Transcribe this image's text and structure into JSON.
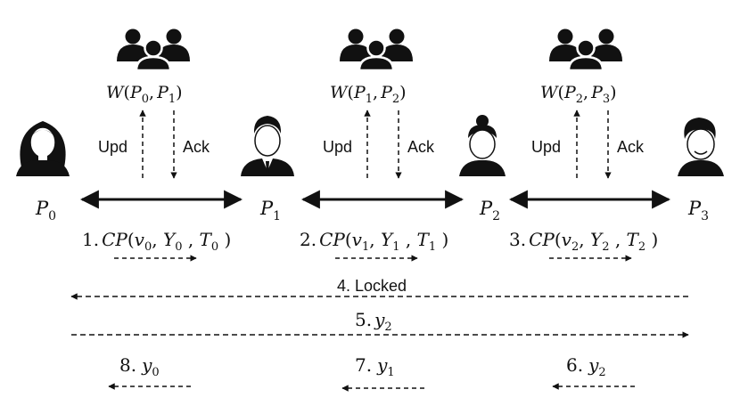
{
  "parties": [
    {
      "id": "P0",
      "label": "P",
      "sub": "0",
      "icon": "woman-avatar-icon"
    },
    {
      "id": "P1",
      "label": "P",
      "sub": "1",
      "icon": "businessman-avatar-icon"
    },
    {
      "id": "P2",
      "label": "P",
      "sub": "2",
      "icon": "woman-bun-avatar-icon"
    },
    {
      "id": "P3",
      "label": "P",
      "sub": "3",
      "icon": "man-avatar-icon"
    }
  ],
  "watchtowers": [
    {
      "label": "W",
      "args": [
        "P",
        "0",
        "P",
        "1"
      ],
      "icon": "group-icon",
      "upd": "Upd",
      "ack": "Ack"
    },
    {
      "label": "W",
      "args": [
        "P",
        "1",
        "P",
        "2"
      ],
      "icon": "group-icon",
      "upd": "Upd",
      "ack": "Ack"
    },
    {
      "label": "W",
      "args": [
        "P",
        "2",
        "P",
        "3"
      ],
      "icon": "group-icon",
      "upd": "Upd",
      "ack": "Ack"
    }
  ],
  "steps": {
    "cp": [
      {
        "num": "1.",
        "name": "CP",
        "v": "v",
        "vs": "0",
        "y": "Y",
        "ys": "0",
        "t": "T",
        "ts": "0"
      },
      {
        "num": "2.",
        "name": "CP",
        "v": "v",
        "vs": "1",
        "y": "Y",
        "ys": "1",
        "t": "T",
        "ts": "1"
      },
      {
        "num": "3.",
        "name": "CP",
        "v": "v",
        "vs": "2",
        "y": "Y",
        "ys": "2",
        "t": "T",
        "ts": "2"
      }
    ],
    "locked": "4. Locked",
    "step5": {
      "num": "5.",
      "y": "y",
      "ys": "2"
    },
    "releases": [
      {
        "num": "8.",
        "y": "y",
        "ys": "0"
      },
      {
        "num": "7.",
        "y": "y",
        "ys": "1"
      },
      {
        "num": "6.",
        "y": "y",
        "ys": "2"
      }
    ]
  },
  "colors": {
    "ink": "#111111",
    "background": "#ffffff"
  }
}
